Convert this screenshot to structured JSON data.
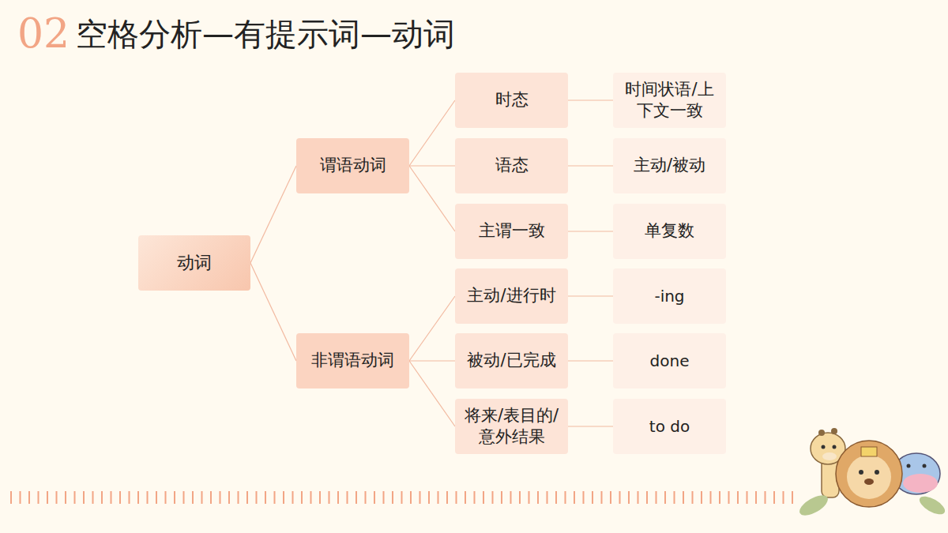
{
  "diagram": {
    "title": "空格分析—有提示词—动词",
    "nodes": [
      {
        "text": [
          "动词"
        ]
      },
      {
        "text": [
          "谓语动词"
        ]
      },
      {
        "text": [
          "时态"
        ]
      },
      {
        "text": [
          "时间状语/上下文一致"
        ]
      },
      {
        "text": [
          "语态"
        ]
      },
      {
        "text": [
          "主动/被动"
        ]
      },
      {
        "text": [
          "主谓一致"
        ]
      },
      {
        "text": [
          "单复数"
        ]
      },
      {
        "text": [
          "非谓语动词"
        ]
      },
      {
        "text": [
          "主动/进行时"
        ]
      },
      {
        "text": [
          "-ing"
        ]
      },
      {
        "text": [
          "被动/已完成"
        ]
      },
      {
        "text": [
          "done"
        ]
      },
      {
        "text": [
          "将来/表目的/意外结果"
        ]
      },
      {
        "text": [
          "to do"
        ]
      }
    ],
    "edges": [
      {
        "from": 0,
        "to": 1,
        "arrow": "none"
      },
      {
        "from": 0,
        "to": 8,
        "arrow": "none"
      },
      {
        "from": 1,
        "to": 2,
        "arrow": "none"
      },
      {
        "from": 1,
        "to": 4,
        "arrow": "none"
      },
      {
        "from": 1,
        "to": 6,
        "arrow": "none"
      },
      {
        "from": 2,
        "to": 3,
        "arrow": "none"
      },
      {
        "from": 4,
        "to": 5,
        "arrow": "none"
      },
      {
        "from": 6,
        "to": 7,
        "arrow": "none"
      },
      {
        "from": 8,
        "to": 9,
        "arrow": "none"
      },
      {
        "from": 8,
        "to": 11,
        "arrow": "none"
      },
      {
        "from": 8,
        "to": 13,
        "arrow": "none"
      },
      {
        "from": 9,
        "to": 10,
        "arrow": "none"
      },
      {
        "from": 11,
        "to": 12,
        "arrow": "none"
      },
      {
        "from": 13,
        "to": 14,
        "arrow": "none"
      }
    ],
    "labels": [
      "02"
    ]
  }
}
